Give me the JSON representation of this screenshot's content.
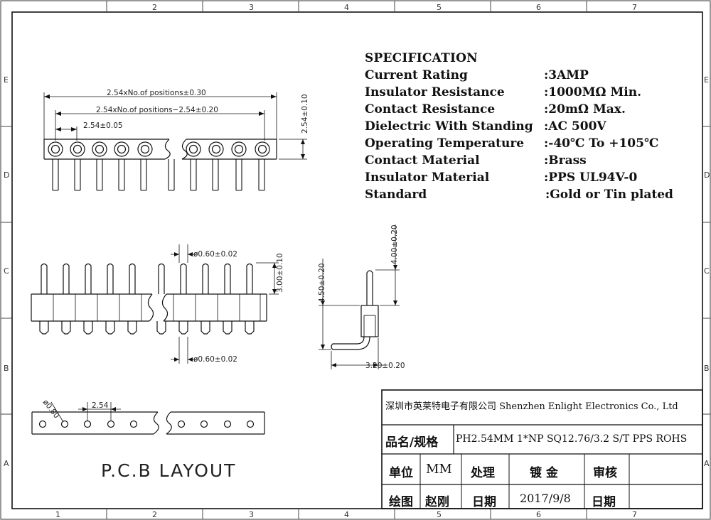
{
  "grid": {
    "top_numbers": [
      "2",
      "3",
      "4",
      "5",
      "6",
      "7"
    ],
    "bottom_numbers": [
      "1",
      "2",
      "3",
      "4",
      "5",
      "6",
      "7"
    ],
    "side_letters": [
      "E",
      "D",
      "C",
      "B",
      "A"
    ]
  },
  "specification": {
    "title": "SPECIFICATION",
    "rows": [
      {
        "label": "Current Rating",
        "value": ":3AMP"
      },
      {
        "label": "Insulator Resistance",
        "value": ":1000MΩ Min."
      },
      {
        "label": "Contact Resistance",
        "value": ":20mΩ Max."
      },
      {
        "label": "Dielectric With Standing",
        "value": ":AC 500V"
      },
      {
        "label": "Operating Temperature",
        "value": ":-40℃ To +105℃"
      },
      {
        "label": "Contact Material",
        "value": ":Brass"
      },
      {
        "label": "Insulator Material",
        "value": ":PPS UL94V-0"
      },
      {
        "label": "Standard",
        "value": ":Gold or Tin plated"
      }
    ]
  },
  "dimensions": {
    "overall_length": "2.54xNo.of positions±0.30",
    "inner_length": "2.54xNo.of positions−2.54±0.20",
    "pitch": "2.54±0.05",
    "body_height": "2.54±0.10",
    "pin_dia_top": "ø0.60±0.02",
    "pin_height": "3.00±0.10",
    "pin_dia_bottom": "ø0.60±0.02",
    "side_top": "4.00±0.20",
    "side_total": "4.50±0.20",
    "side_bend": "3.20±0.20",
    "pcb_pitch": "2.54",
    "pcb_hole": "ø0.80"
  },
  "pcb_layout": {
    "title": "P.C.B LAYOUT"
  },
  "title_block": {
    "company": "深圳市英莱特电子有限公司 Shenzhen Enlight Electronics Co., Ltd",
    "name_label": "品名/规格",
    "name_value": "PH2.54MM 1*NP SQ12.76/3.2 S/T PPS ROHS",
    "unit_label": "单位",
    "unit_value": "MM",
    "process_label": "处理",
    "process_value": "镀 金",
    "review_label": "审核",
    "draw_label": "绘图",
    "draw_value": "赵刚",
    "date_label": "日期",
    "date_value": "2017/9/8",
    "date_label2": "日期"
  }
}
